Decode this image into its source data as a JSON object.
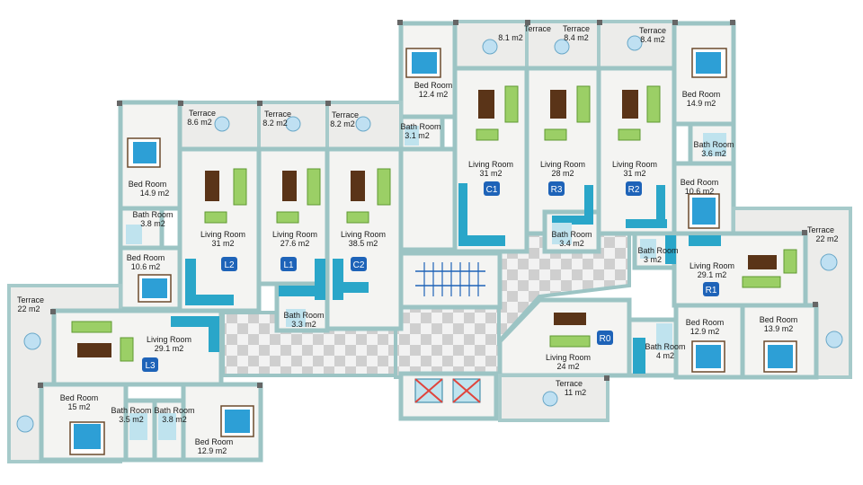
{
  "rooms": {
    "terrace_c1": {
      "name": "Terrace",
      "area": "8.1 m2"
    },
    "terrace_r3": {
      "name": "Terrace",
      "area": "8.4 m2"
    },
    "terrace_r2": {
      "name": "Terrace",
      "area": "8.4 m2"
    },
    "bed_c1": {
      "name": "Bed Room",
      "area": "12.4 m2"
    },
    "bed_r2": {
      "name": "Bed Room",
      "area": "14.9 m2"
    },
    "bath_c1": {
      "name": "Bath Room",
      "area": "3.1 m2"
    },
    "terrace_l2": {
      "name": "Terrace",
      "area": "8.6 m2"
    },
    "terrace_l1": {
      "name": "Terrace",
      "area": "8.2 m2"
    },
    "terrace_c2": {
      "name": "Terrace",
      "area": "8.2 m2"
    },
    "bath_r2": {
      "name": "Bath Room",
      "area": "3.6 m2"
    },
    "bed_l2": {
      "name": "Bed Room",
      "area": "14.9 m2"
    },
    "living_c1": {
      "name": "Living Room",
      "area": "31 m2"
    },
    "living_r3": {
      "name": "Living Room",
      "area": "28 m2"
    },
    "living_r2": {
      "name": "Living Room",
      "area": "31 m2"
    },
    "bed_r2b": {
      "name": "Bed Room",
      "area": "10.6 m2"
    },
    "bath_l2": {
      "name": "Bath Room",
      "area": "3.8 m2"
    },
    "living_l2": {
      "name": "Living Room",
      "area": "31  m2"
    },
    "living_l1": {
      "name": "Living Room",
      "area": "27.6  m2"
    },
    "living_c2": {
      "name": "Living Room",
      "area": "38.5  m2"
    },
    "terrace_r1": {
      "name": "Terrace",
      "area": "22 m2"
    },
    "bath_r3": {
      "name": "Bath Room",
      "area": "3.4 m2"
    },
    "bath_r1": {
      "name": "Bath Room",
      "area": "3 m2"
    },
    "bed_l2b": {
      "name": "Bed Room",
      "area": "10.6 m2"
    },
    "living_r1": {
      "name": "Living Room",
      "area": "29.1 m2"
    },
    "terrace_l3": {
      "name": "Terrace",
      "area": "22 m2"
    },
    "bath_l1": {
      "name": "Bath Room",
      "area": "3.3 m2"
    },
    "bed_r0": {
      "name": "Bed Room",
      "area": "12.9 m2"
    },
    "bed_r1": {
      "name": "Bed Room",
      "area": "13.9 m2"
    },
    "living_l3": {
      "name": "Living Room",
      "area": "29.1 m2"
    },
    "bath_r0": {
      "name": "Bath Room",
      "area": "4 m2"
    },
    "living_r0": {
      "name": "Living Room",
      "area": "24 m2"
    },
    "bed_l3": {
      "name": "Bed Room",
      "area": "15 m2"
    },
    "bath_l3a": {
      "name": "Bath Room",
      "area": "3.5 m2"
    },
    "bath_l3b": {
      "name": "Bath Room",
      "area": "3.8 m2"
    },
    "terrace_r0": {
      "name": "Terrace",
      "area": "11 m2"
    },
    "bed_l3b": {
      "name": "Bed Room",
      "area": "12.9 m2"
    }
  },
  "units": {
    "L2": "L2",
    "L1": "L1",
    "C2": "C2",
    "C1": "C1",
    "R3": "R3",
    "R2": "R2",
    "R1": "R1",
    "R0": "R0",
    "L3": "L3"
  },
  "colors": {
    "wall": "#9cc4c4",
    "floor": "#f4f4f2",
    "badge": "#1e63b8",
    "bed_blanket": "#2d9fd6",
    "sofa": "#9bcf66",
    "furniture_wood": "#5a3418",
    "elevator_mark": "#e0443c",
    "stair": "#1e63b8"
  }
}
